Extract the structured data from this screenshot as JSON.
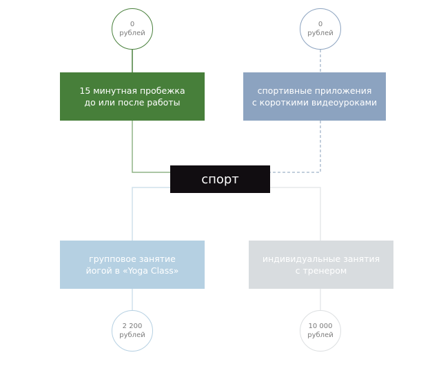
{
  "center": {
    "label": "спорт"
  },
  "nodes": [
    {
      "line1": "15 минутная пробежка",
      "line2": "до или после работы",
      "amount": "0",
      "currency": "рублей",
      "color": "#477f3a"
    },
    {
      "line1": "спортивные приложения",
      "line2": "с короткими видеоуроками",
      "amount": "0",
      "currency": "рублей",
      "color": "#8ca3c0"
    },
    {
      "line1": "групповое занятие",
      "line2": "йогой в «Yoga Class»",
      "amount": "2 200",
      "currency": "рублей",
      "color": "#b5d0e2"
    },
    {
      "line1": "индивидуальные занятия",
      "line2": "с тренером",
      "amount": "10 000",
      "currency": "рублей",
      "color": "#d8dcdf"
    }
  ]
}
